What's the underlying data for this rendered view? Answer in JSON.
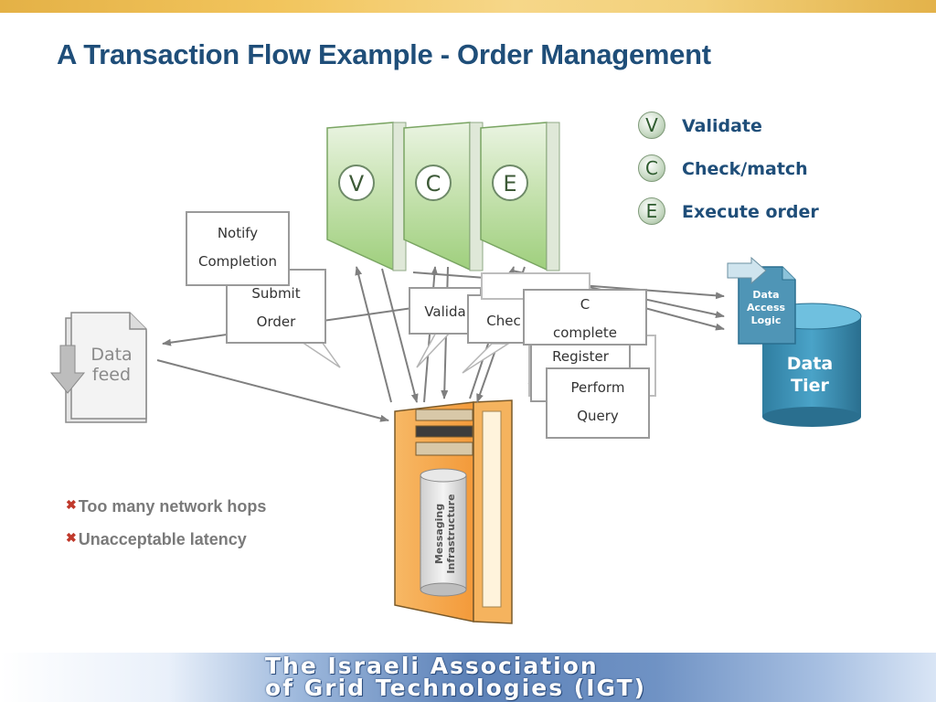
{
  "title": "A Transaction Flow Example - Order Management",
  "legend": [
    {
      "symbol": "V",
      "label": "Validate"
    },
    {
      "symbol": "C",
      "label": "Check/match"
    },
    {
      "symbol": "E",
      "label": "Execute order"
    }
  ],
  "servers": [
    "V",
    "C",
    "E"
  ],
  "data_feed": {
    "line1": "Data",
    "line2": "feed"
  },
  "data_tier": {
    "line1": "Data",
    "line2": "Tier"
  },
  "data_access": {
    "line1": "Data",
    "line2": "Access",
    "line3": "Logic"
  },
  "messaging": {
    "line1": "Messaging",
    "line2": "Infrastructure"
  },
  "notes": {
    "notify": {
      "line1": "Notify",
      "line2": "Completion"
    },
    "submit": {
      "line1": "Submit",
      "line2": "Order"
    },
    "validate": "Valida",
    "check": "Chec",
    "complete": {
      "line1": "C",
      "line2": "complete"
    },
    "register": "Register",
    "perform": {
      "line1": "Perform",
      "line2": "Query"
    }
  },
  "bullets": [
    "Too many network hops",
    "Unacceptable latency"
  ],
  "footer": {
    "line1": "The Israeli Association",
    "line2": "of Grid Technologies (IGT)"
  },
  "colors": {
    "title": "#1f4e79",
    "arrow": "#7f7f7f",
    "server_green": "#b6d99a",
    "cabinet_orange": "#f6ad52",
    "data_tier_blue": "#3e8fb0"
  }
}
